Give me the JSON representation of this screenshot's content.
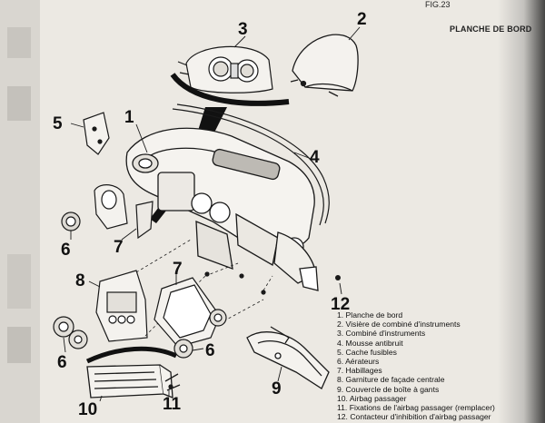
{
  "header": {
    "figure_ref": "FIG.23",
    "section_title": "PLANCHE DE BORD"
  },
  "callouts": [
    "1",
    "2",
    "3",
    "4",
    "5",
    "6",
    "7",
    "8",
    "9",
    "10",
    "11",
    "12"
  ],
  "callout_6": "6",
  "callout_7": "7",
  "legend": [
    "1. Planche de bord",
    "2. Visière de combiné d'instruments",
    "3. Combiné d'instruments",
    "4. Mousse antibruit",
    "5. Cache fusibles",
    "6. Aérateurs",
    "7. Habillages",
    "8. Garniture de façade centrale",
    "9. Couvercle de boîte à gants",
    "10. Airbag passager",
    "11. Fixations de l'airbag passager (remplacer)",
    "12. Contacteur d'inhibition d'airbag passager"
  ],
  "colors": {
    "paper": "#ece9e3",
    "ink": "#1a1a1a",
    "shade": "#9a9a9a"
  }
}
